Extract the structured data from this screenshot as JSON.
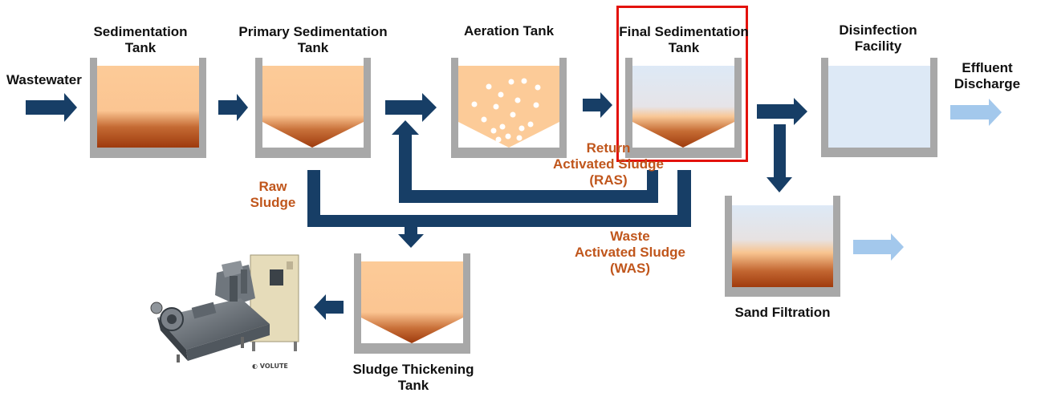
{
  "colors": {
    "arrow": "#173e66",
    "light_arrow": "#a3c8ec",
    "tank_wall": "#a8a8a8",
    "sludge_light": "#fccb98",
    "sludge_dark": "#a43d0e",
    "clear_water": "#dde9f6",
    "flow_label": "#c0561c",
    "highlight": "#e3120b"
  },
  "labels": {
    "wastewater": "Wastewater",
    "sedimentation_tank": [
      "Sedimentation",
      "Tank"
    ],
    "primary_sedimentation_tank": [
      "Primary Sedimentation",
      "Tank"
    ],
    "aeration_tank": "Aeration Tank",
    "final_sedimentation_tank": [
      "Final Sedimentation",
      "Tank"
    ],
    "disinfection_facility": [
      "Disinfection",
      "Facility"
    ],
    "effluent_discharge": [
      "Effluent",
      "Discharge"
    ],
    "return_activated_sludge": [
      "Return",
      "Activated Sludge",
      "(RAS)"
    ],
    "raw_sludge": [
      "Raw",
      "Sludge"
    ],
    "waste_activated_sludge": [
      "Waste",
      "Activated Sludge",
      "(WAS)"
    ],
    "sand_filtration": "Sand Filtration",
    "sludge_thickening_tank": [
      "Sludge Thickening",
      "Tank"
    ]
  },
  "equipment": {
    "name": "dewatering-press",
    "brand_logo": "VOLUTE"
  },
  "highlighted_stage": "Final Sedimentation Tank"
}
